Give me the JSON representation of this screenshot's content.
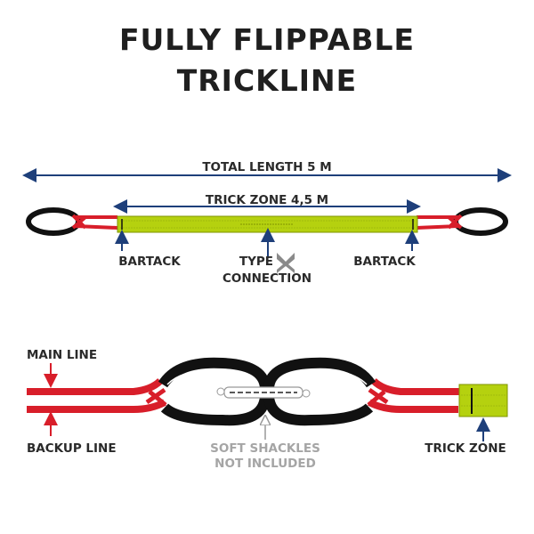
{
  "title": {
    "line1": "FULLY FLIPPABLE",
    "line2": "TRICKLINE"
  },
  "top_diagram": {
    "total_length": "TOTAL LENGTH 5 M",
    "trick_zone_length": "TRICK ZONE 4,5 M",
    "bartack_left": "BARTACK",
    "bartack_right": "BARTACK",
    "type_label": "TYPE",
    "connection_label": "CONNECTION",
    "type_icon": "x-icon"
  },
  "bottom_diagram": {
    "main_line": "MAIN LINE",
    "backup_line": "BACKUP LINE",
    "soft_shackles_line1": "SOFT SHACKLES",
    "soft_shackles_line2": "NOT INCLUDED",
    "trick_zone": "TRICK ZONE"
  },
  "colors": {
    "webbing": "#b5d10f",
    "line": "#d81e2a",
    "arrow": "#1e3f7a",
    "loop": "#111111"
  }
}
